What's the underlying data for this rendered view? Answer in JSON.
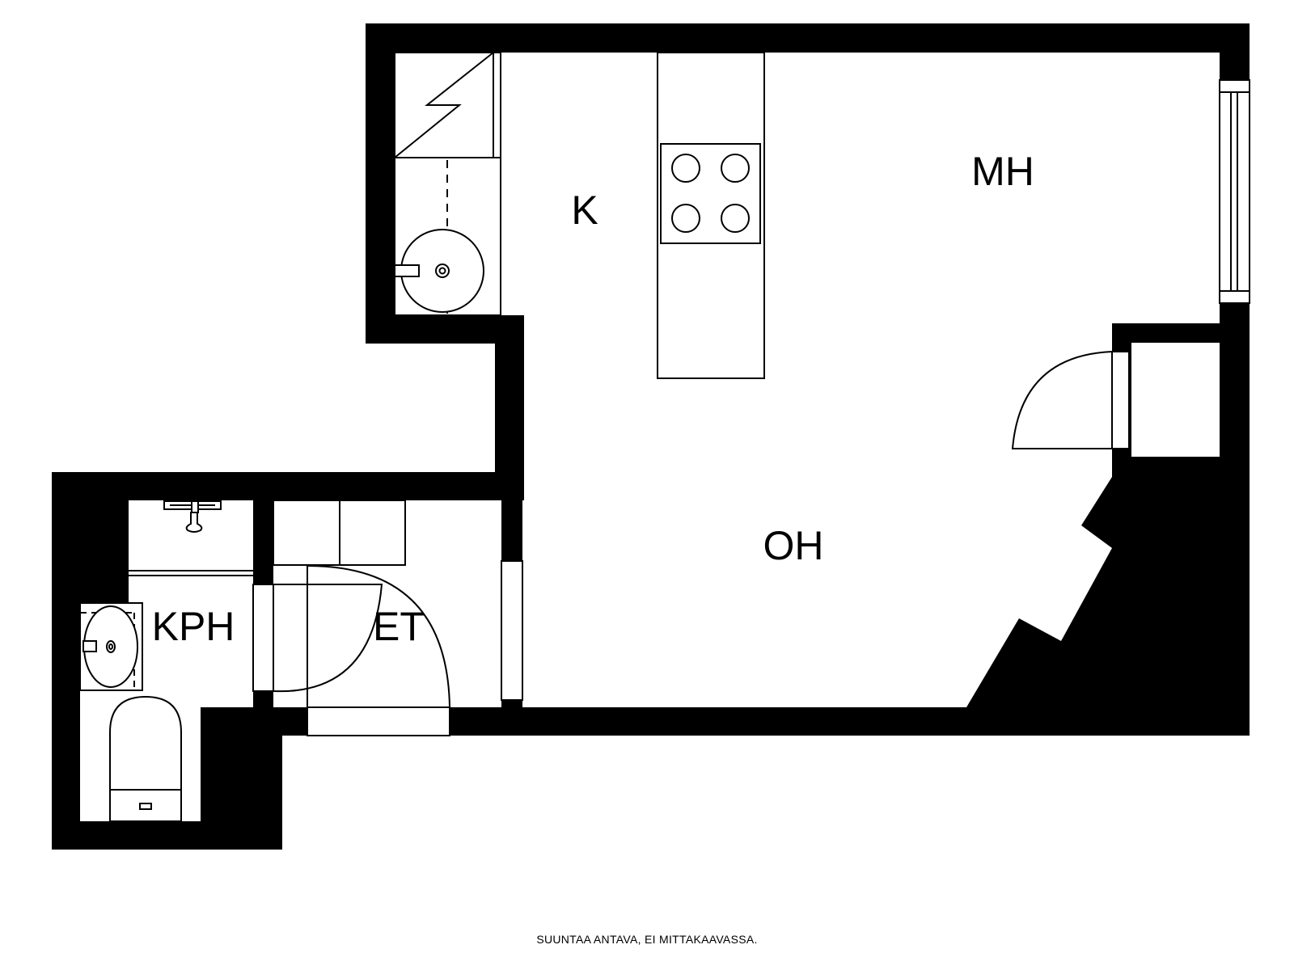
{
  "plan": {
    "rooms": [
      {
        "id": "k",
        "label": "K"
      },
      {
        "id": "mh",
        "label": "MH"
      },
      {
        "id": "oh",
        "label": "OH"
      },
      {
        "id": "kph",
        "label": "KPH"
      },
      {
        "id": "et",
        "label": "ET"
      }
    ],
    "footer_note": "SUUNTAA ANTAVA, EI MITTAKAAVASSA."
  }
}
